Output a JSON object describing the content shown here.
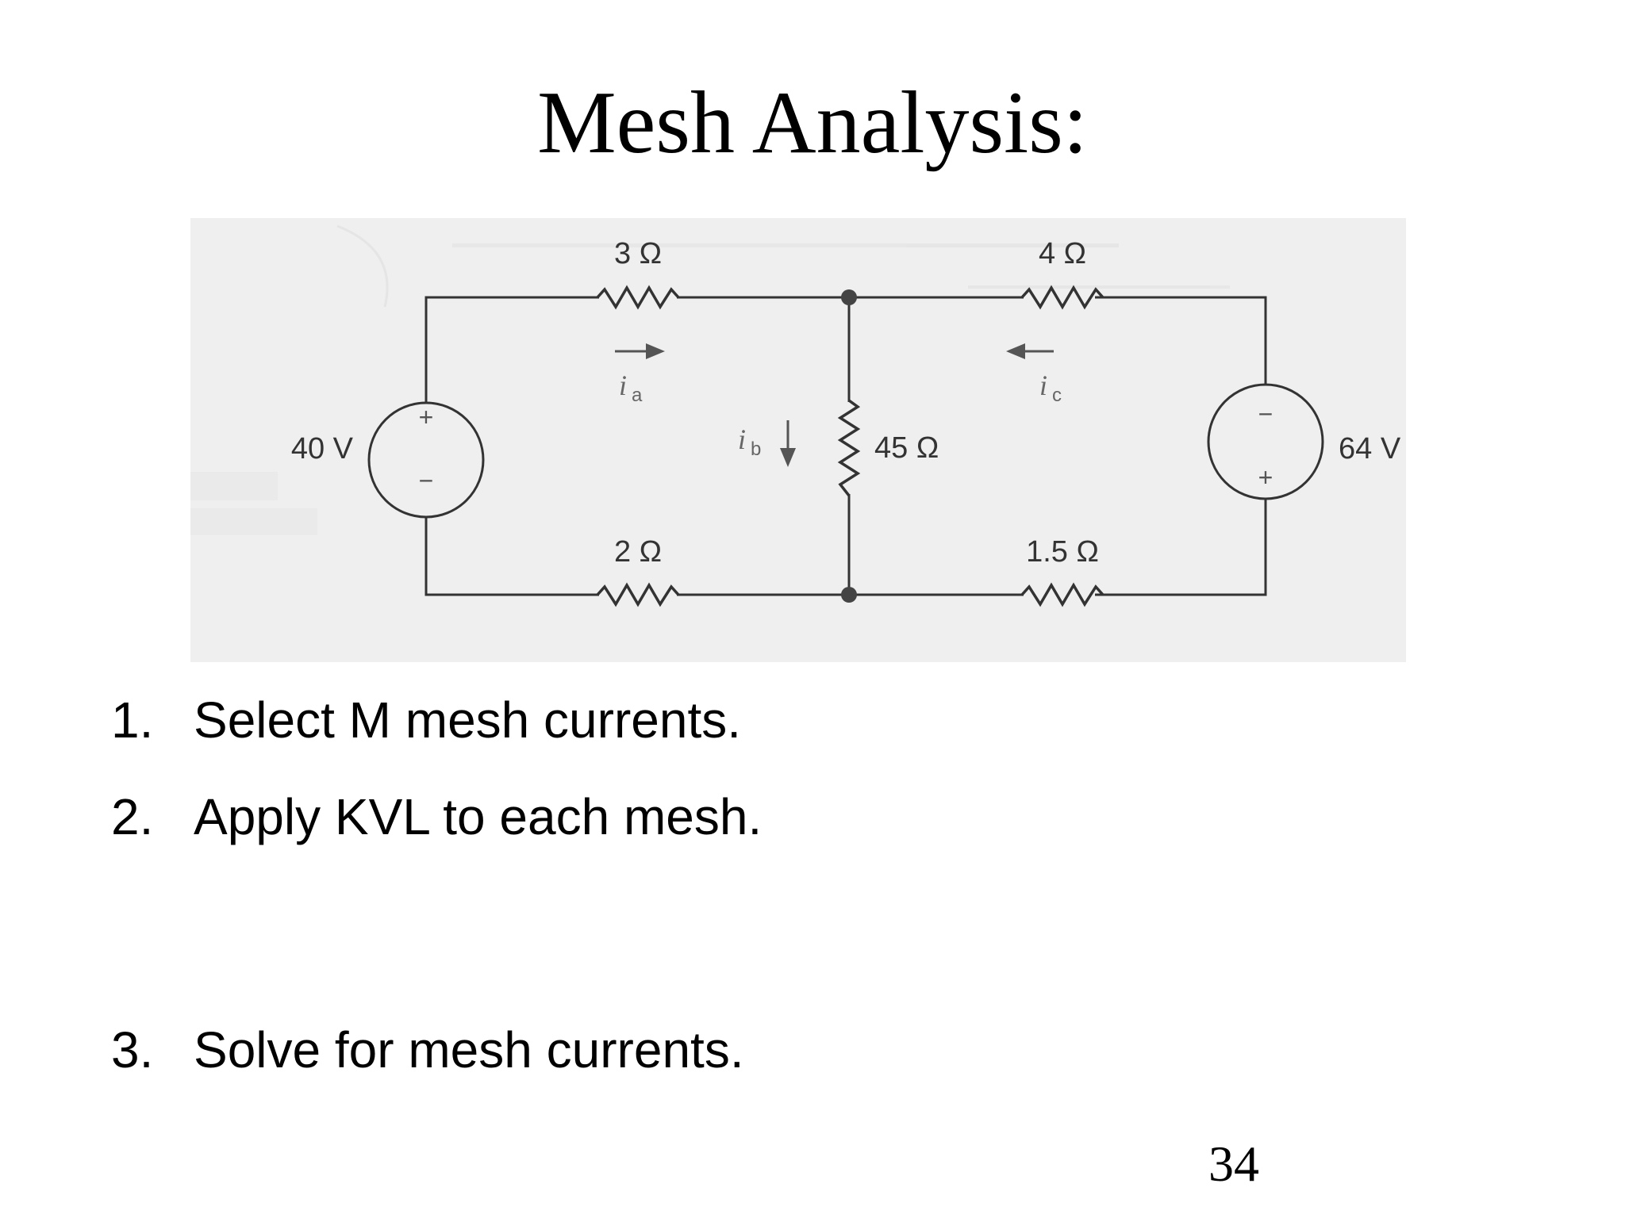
{
  "slide": {
    "title": "Mesh Analysis:",
    "page_number": "34"
  },
  "circuit": {
    "sources": {
      "left": {
        "value": "40 V",
        "top_sign": "+",
        "bottom_sign": "−"
      },
      "right": {
        "value": "64 V",
        "top_sign": "−",
        "bottom_sign": "+"
      }
    },
    "resistors": {
      "top_left": "3 Ω",
      "top_right": "4 Ω",
      "middle": "45 Ω",
      "bottom_left": "2 Ω",
      "bottom_right": "1.5 Ω"
    },
    "currents": {
      "a": {
        "symbol": "i",
        "subscript": "a",
        "direction": "right"
      },
      "b": {
        "symbol": "i",
        "subscript": "b",
        "direction": "down"
      },
      "c": {
        "symbol": "i",
        "subscript": "c",
        "direction": "left"
      }
    }
  },
  "steps": [
    {
      "number": "1.",
      "text": "Select M mesh currents."
    },
    {
      "number": "2.",
      "text": "Apply KVL to each mesh."
    },
    {
      "number": "3.",
      "text": "Solve for mesh currents."
    }
  ],
  "colors": {
    "panel_background": "#efefef",
    "circuit_ink": "#333333",
    "text": "#000000"
  }
}
